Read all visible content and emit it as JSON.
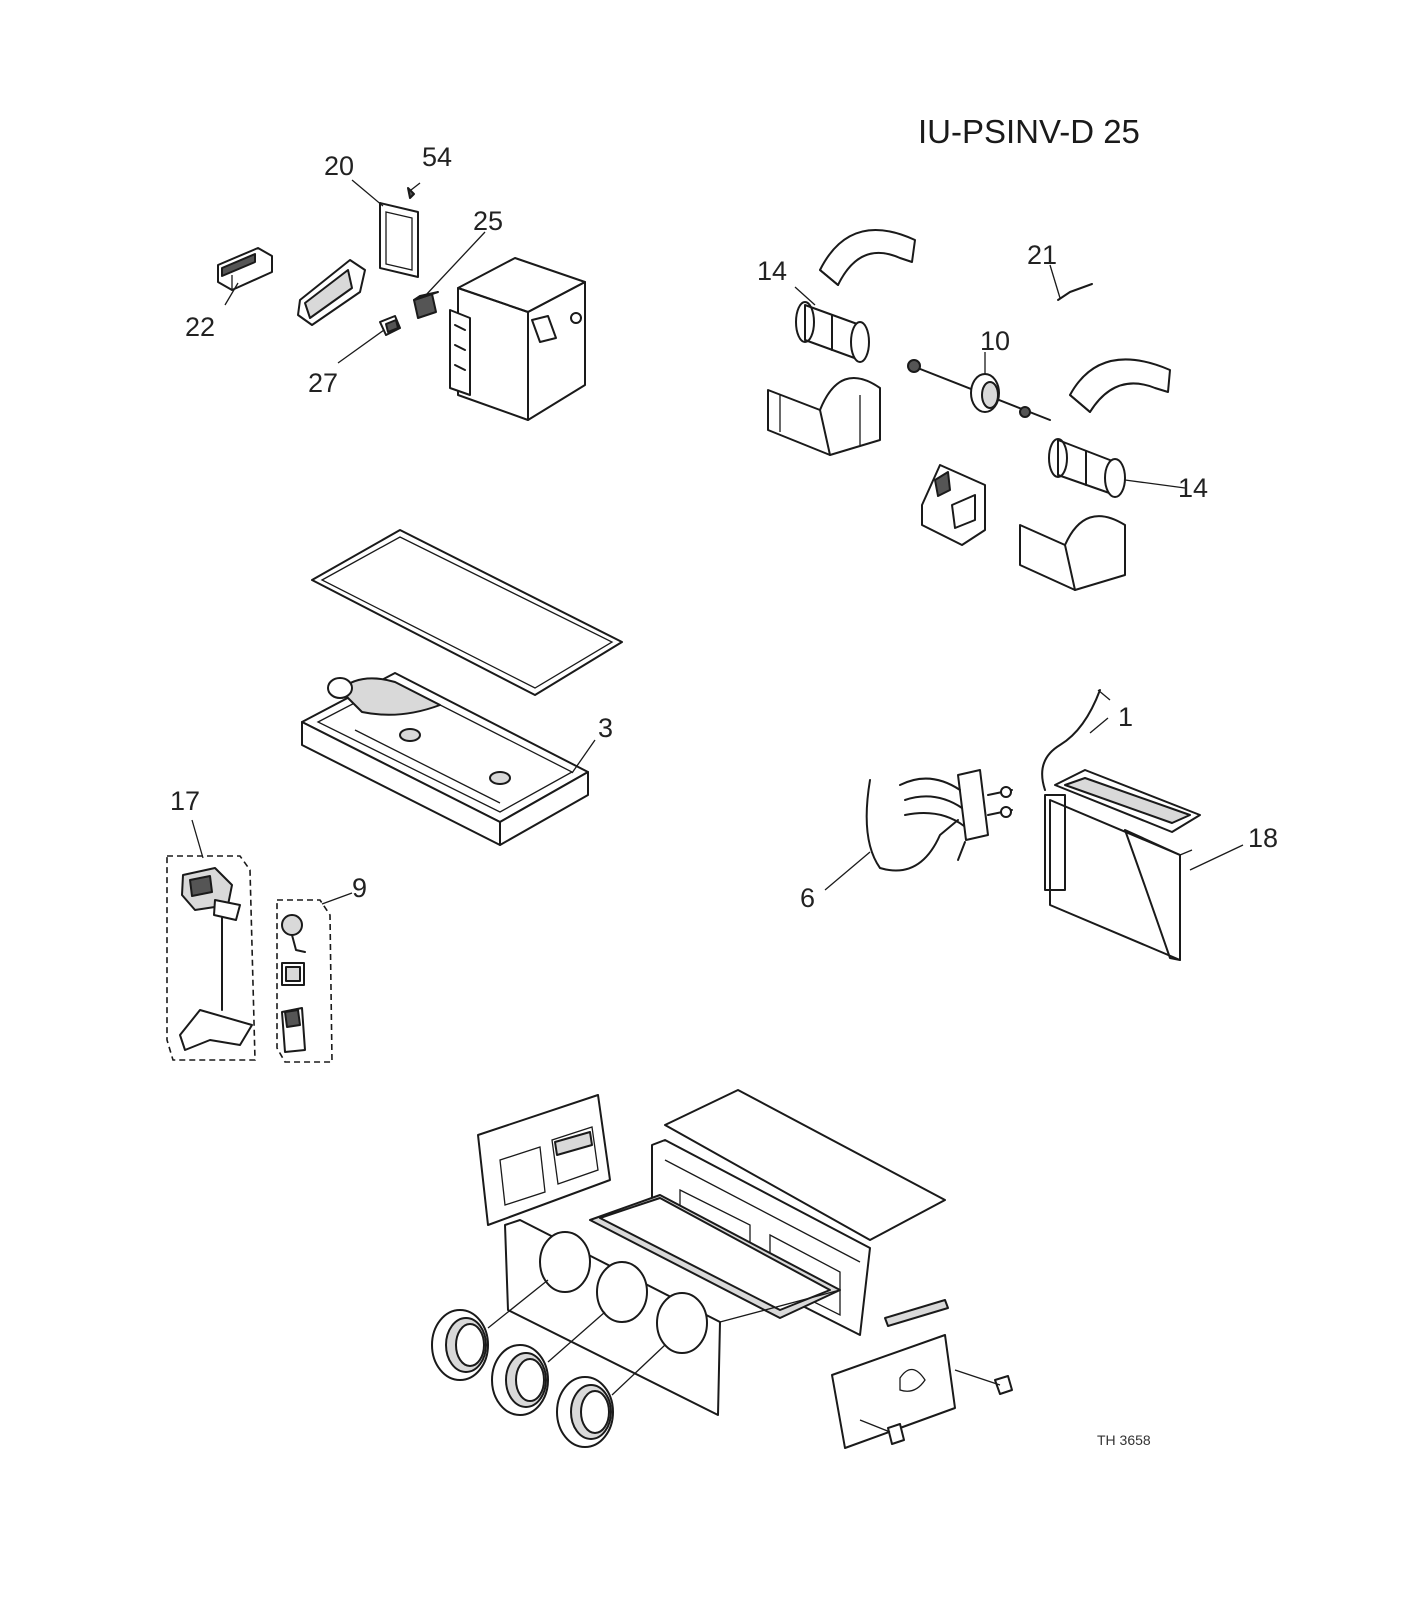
{
  "title": "IU-PSINV-D 25",
  "drawing_code": "TH 3658",
  "labels": {
    "p20": "20",
    "p54": "54",
    "p25": "25",
    "p22": "22",
    "p27": "27",
    "p14a": "14",
    "p21": "21",
    "p10": "10",
    "p14b": "14",
    "p3": "3",
    "p1": "1",
    "p17": "17",
    "p9": "9",
    "p18": "18",
    "p6": "6"
  }
}
